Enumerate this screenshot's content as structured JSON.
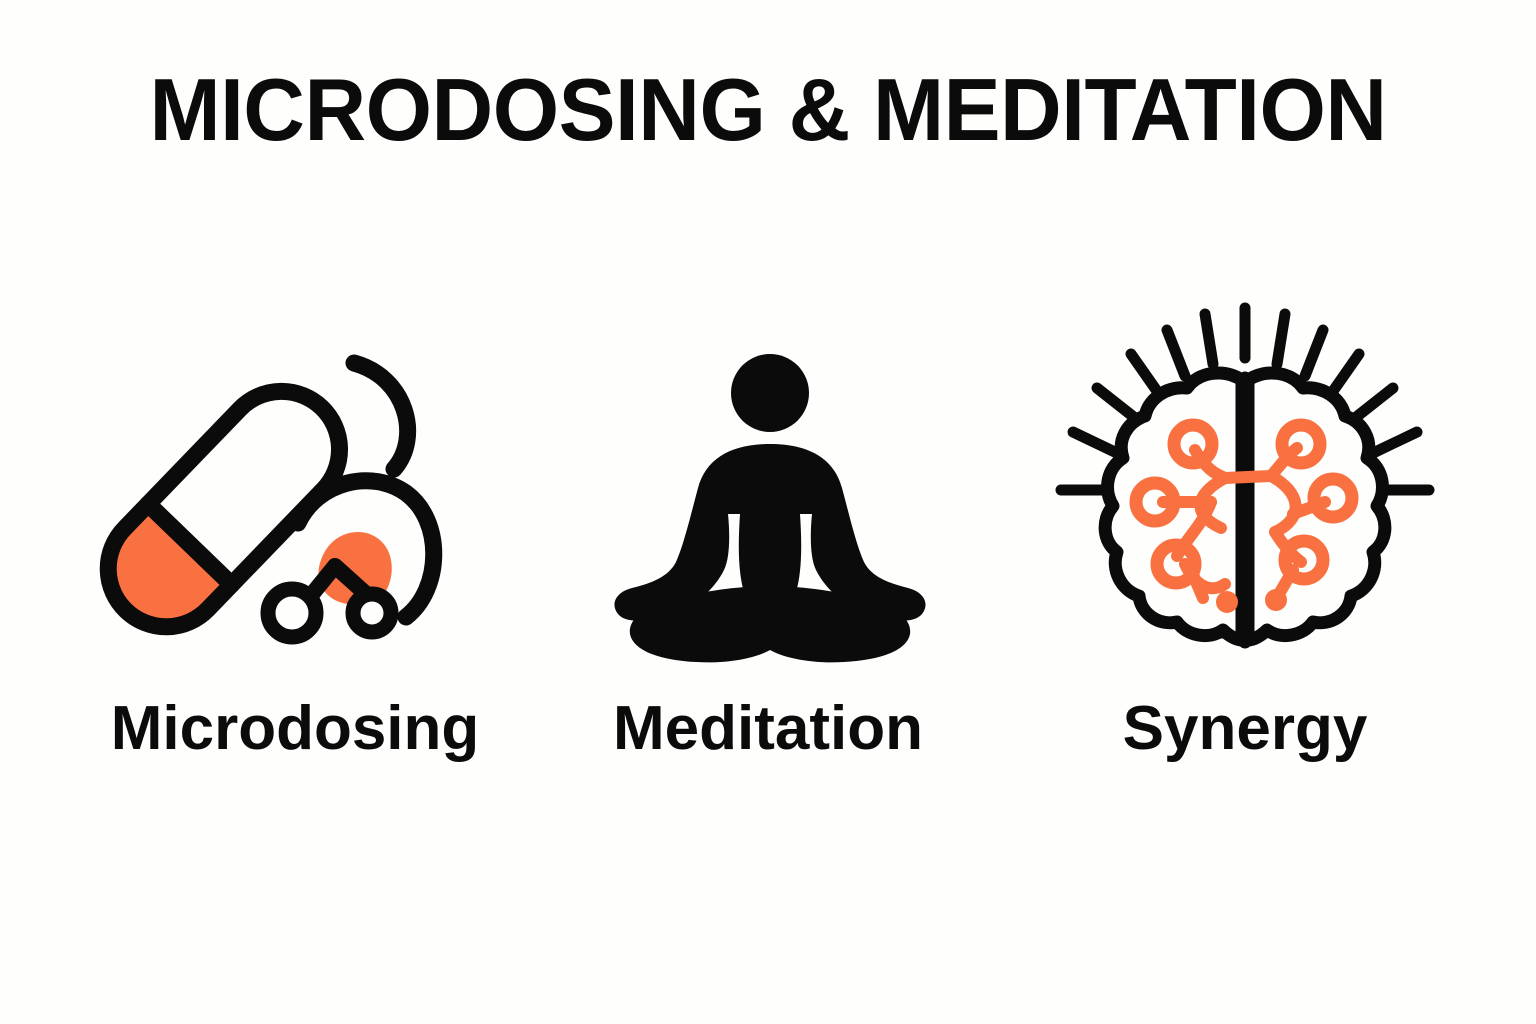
{
  "page": {
    "background_color": "#fefefc",
    "title": "MICRODOSING & MEDITATION"
  },
  "theme": {
    "ink": "#0b0b0b",
    "accent_orange": "#f97140",
    "paper": "#fefefc"
  },
  "cards": [
    {
      "id": "microdosing",
      "label": "Microdosing",
      "icon_name": "capsule-pill-icon",
      "icon_colors": {
        "outline": "#0b0b0b",
        "fill": "#f97140",
        "empty": "#fefefc"
      }
    },
    {
      "id": "meditation",
      "label": "Meditation",
      "icon_name": "lotus-meditation-figure-icon",
      "icon_colors": {
        "outline": "#0b0b0b",
        "fill": "#0b0b0b",
        "empty": "#fefefc"
      }
    },
    {
      "id": "synergy",
      "label": "Synergy",
      "icon_name": "brain-neural-network-icon",
      "icon_colors": {
        "outline": "#0b0b0b",
        "fill": "#f97140",
        "empty": "#fefefc"
      }
    }
  ]
}
